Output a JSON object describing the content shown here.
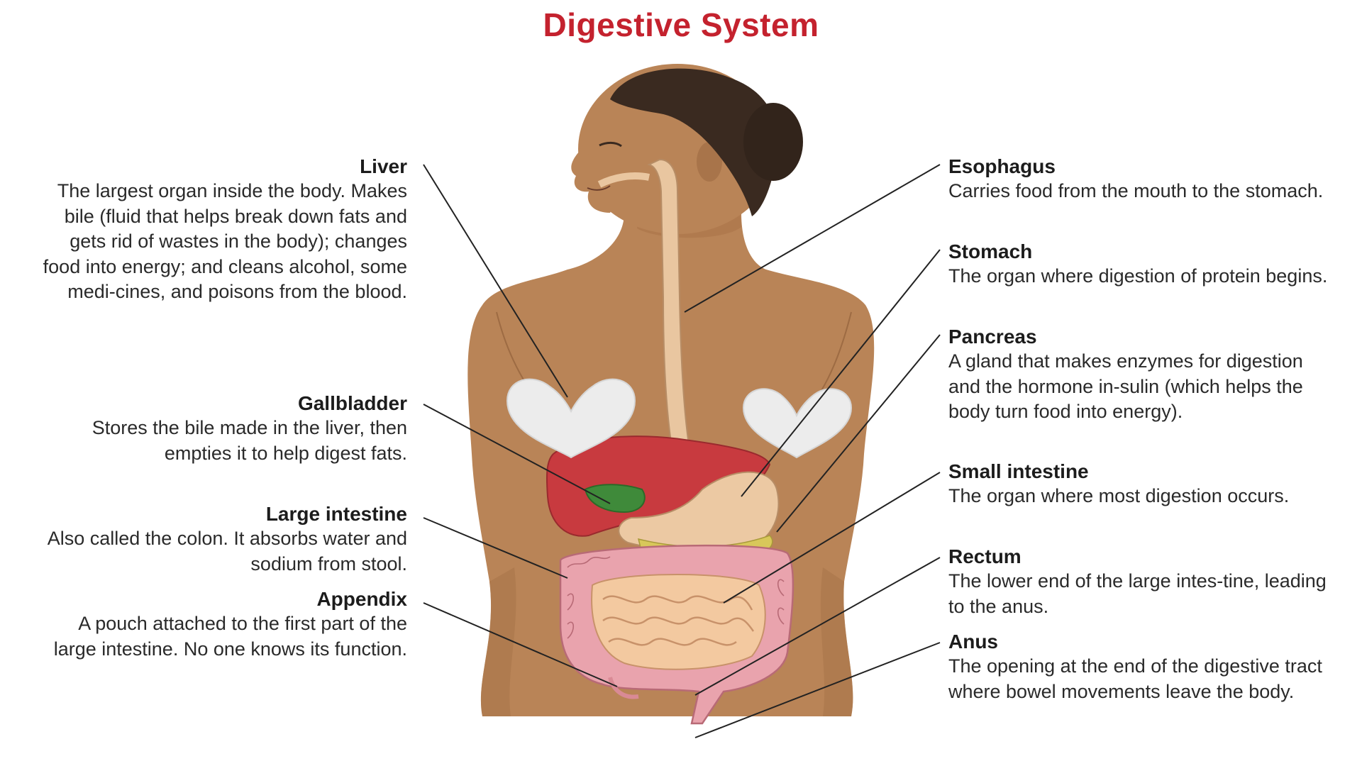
{
  "title": "Digestive System",
  "colors": {
    "title": "#c4222e",
    "skin": "#b98457",
    "skin_shadow": "#9c6a42",
    "hair": "#3a2a20",
    "liver": "#c83a3f",
    "gallbladder": "#3f8a3a",
    "esophagus": "#e9c6a0",
    "stomach": "#ecc9a3",
    "pancreas": "#d8c85a",
    "large_intestine": "#e9a3ad",
    "small_intestine": "#f3c9a0",
    "censor_heart": "#ececec"
  },
  "left_labels": [
    {
      "name": "Liver",
      "desc": "The largest organ inside the body. Makes bile (fluid that helps break down fats and gets rid of wastes in the body); changes food into energy; and cleans alcohol, some medi-cines, and poisons from the blood."
    },
    {
      "name": "Gallbladder",
      "desc": "Stores the bile made in the liver, then empties it to help digest fats."
    },
    {
      "name": "Large intestine",
      "desc": "Also called the colon. It absorbs water and sodium from stool."
    },
    {
      "name": "Appendix",
      "desc": "A pouch attached to the first part of the large intestine. No one knows its function."
    }
  ],
  "right_labels": [
    {
      "name": "Esophagus",
      "desc": "Carries food from the mouth to the stomach."
    },
    {
      "name": "Stomach",
      "desc": "The organ where digestion of protein begins."
    },
    {
      "name": "Pancreas",
      "desc": "A gland that makes enzymes for digestion and the hormone in-sulin (which helps the body turn food into energy)."
    },
    {
      "name": "Small intestine",
      "desc": "The organ where most digestion occurs."
    },
    {
      "name": "Rectum",
      "desc": "The lower end of the large intes-tine, leading to the anus."
    },
    {
      "name": "Anus",
      "desc": "The opening at the end of the digestive tract where bowel movements leave the body."
    }
  ]
}
